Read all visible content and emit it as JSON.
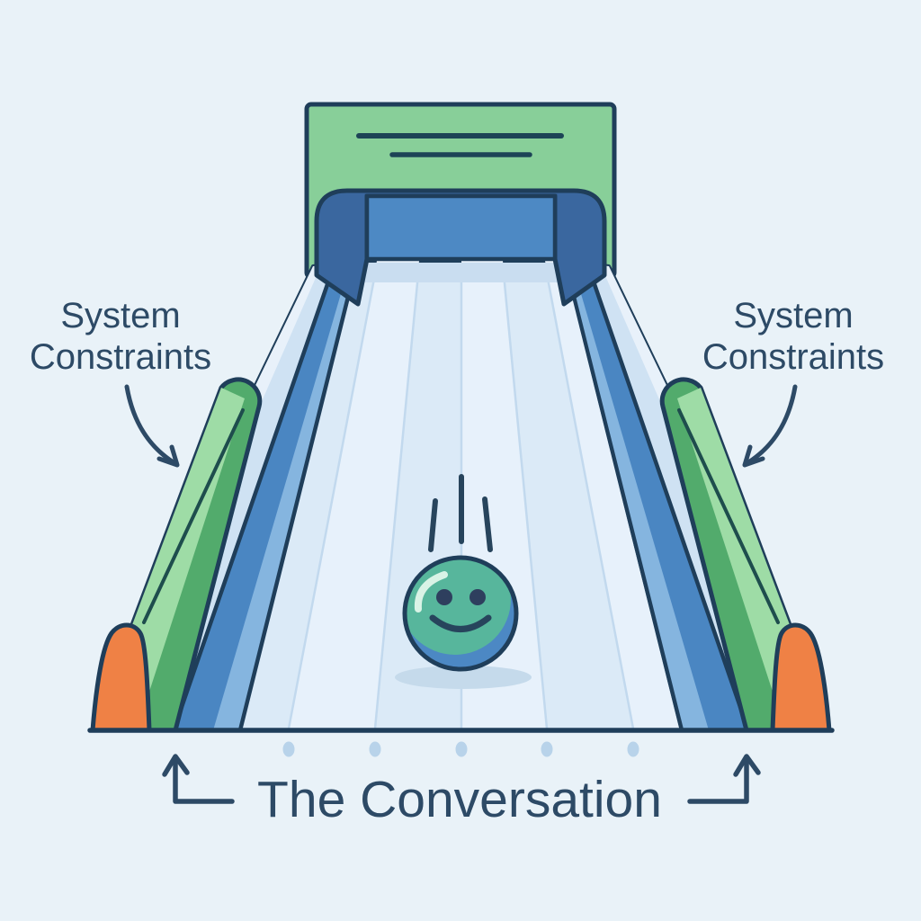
{
  "scene": {
    "illustration": "bowling-lane-with-bumpers-metaphor",
    "labels": {
      "left": {
        "line1": "System",
        "line2": "Constraints"
      },
      "right": {
        "line1": "System",
        "line2": "Constraints"
      },
      "bottom": "The Conversation"
    },
    "ball": {
      "expression": "smiley-face",
      "motion_lines": 3
    },
    "approach_dots": 5,
    "backdrop_text_lines": 2,
    "colors": {
      "background": "#e9f2f8",
      "outline_navy": "#1f3e5a",
      "text_navy": "#2d4a66",
      "backdrop_green": "#88cf99",
      "bumper_green_light": "#9edca6",
      "bumper_green_dark": "#52ab6c",
      "bumper_end_orange": "#ef8145",
      "pin_deck_dark_blue": "#3a679f",
      "pin_deck_panel_blue": "#4d89c4",
      "gutter_blue": "#4a86c2",
      "gutter_light_blue": "#85b5df",
      "side_wall_pale_blue": "#cfe2f3",
      "side_wall_highlight": "#e8f1fa",
      "lane_blue": "#dbeaf7",
      "lane_board_light": "#e7f1fb",
      "lane_line_blue": "#c2d9ee",
      "lane_top_band": "#c9ddf0",
      "ball_teal": "#57b69c",
      "ball_shade_blue": "#4c88c4",
      "ball_highlight_mint": "#d9f3e6",
      "shadow_blue": "#c5daeb",
      "dot_blue": "#b8d3ea"
    }
  }
}
